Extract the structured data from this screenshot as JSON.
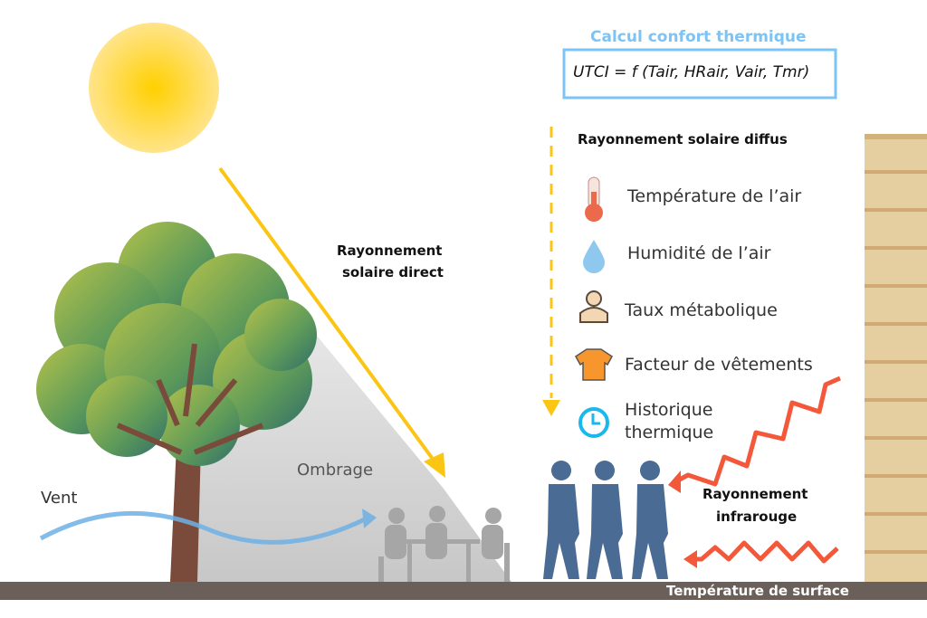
{
  "title": "Calcul confort thermique",
  "formula": "UTCI = f (Tair, HRair, Vair, Tmr)",
  "labels": {
    "direct": [
      "Rayonnement",
      "solaire direct"
    ],
    "diffus": "Rayonnement solaire diffus",
    "infrared": [
      "Rayonnement",
      "infrarouge"
    ],
    "vent": "Vent",
    "ombrage": "Ombrage",
    "surface": "Température de surface"
  },
  "factors": [
    {
      "icon": "thermometer-icon",
      "label": "Température de l’air"
    },
    {
      "icon": "water-drop-icon",
      "label": "Humidité de l’air"
    },
    {
      "icon": "metabolic-person-icon",
      "label": "Taux métabolique"
    },
    {
      "icon": "t-shirt-icon",
      "label": "Facteur de vêtements"
    },
    {
      "icon": "clock-icon",
      "label": "Historique",
      "label2": "thermique"
    }
  ],
  "colors": {
    "accent": "#7cc4f5",
    "sun": "#ffd21a",
    "infrared": "#f4583a",
    "people": "#4a6b94",
    "ground": "#6b5f5a",
    "building": "#e5cfa0"
  }
}
